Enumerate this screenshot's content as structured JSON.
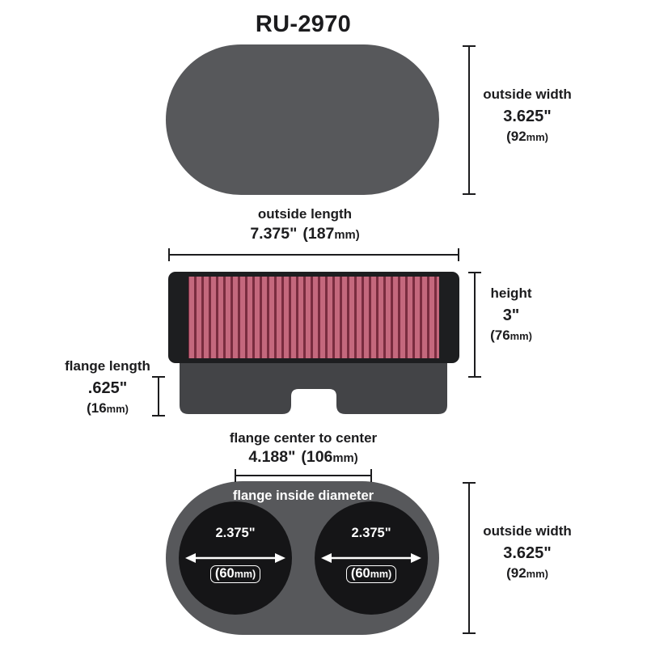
{
  "title": "RU-2970",
  "colors": {
    "background": "#ffffff",
    "oval_gray": "#57585b",
    "cap_black": "#1d1e20",
    "media_red": "#c4687d",
    "media_stripe": "#792c3f",
    "base_gray": "#434447",
    "hole_black": "#151517",
    "line_dark": "#1c1c1e",
    "text_dark": "#1c1c1e",
    "text_light": "#ffffff"
  },
  "top_view": {
    "width_dim": {
      "label": "outside width",
      "inches": "3.625\"",
      "metric_value": "(92",
      "metric_unit": "mm)"
    }
  },
  "side_view": {
    "length_dim": {
      "label": "outside length",
      "inches": "7.375\"",
      "metric_value": "(187",
      "metric_unit": "mm)"
    },
    "height_dim": {
      "label": "height",
      "inches": "3\"",
      "metric_value": "(76",
      "metric_unit": "mm)"
    },
    "flange_dim": {
      "label": "flange length",
      "inches": ".625\"",
      "metric_value": "(16",
      "metric_unit": "mm)"
    }
  },
  "bottom_view": {
    "center_dim": {
      "label": "flange center to center",
      "inches": "4.188\"",
      "metric_value": "(106",
      "metric_unit": "mm)"
    },
    "inside_diameter_label": "flange inside diameter",
    "left_flange": {
      "inches": "2.375\"",
      "metric_value": "(60",
      "metric_unit": "mm)"
    },
    "right_flange": {
      "inches": "2.375\"",
      "metric_value": "(60",
      "metric_unit": "mm)"
    },
    "width_dim": {
      "label": "outside width",
      "inches": "3.625\"",
      "metric_value": "(92",
      "metric_unit": "mm)"
    }
  }
}
